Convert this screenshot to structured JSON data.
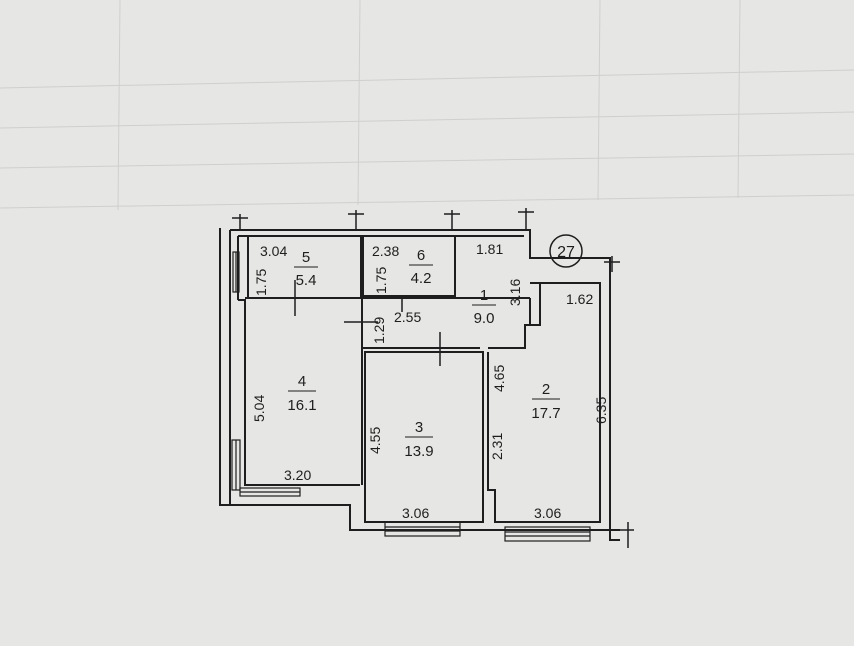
{
  "plan": {
    "unit_number": "27",
    "rooms": [
      {
        "number": "1",
        "area": "9.0"
      },
      {
        "number": "2",
        "area": "17.7"
      },
      {
        "number": "3",
        "area": "13.9"
      },
      {
        "number": "4",
        "area": "16.1"
      },
      {
        "number": "5",
        "area": "5.4"
      },
      {
        "number": "6",
        "area": "4.2"
      }
    ],
    "dimensions": [
      "3.04",
      "1.75",
      "2.38",
      "1.75",
      "1.81",
      "3.16",
      "1.62",
      "1.29",
      "2.55",
      "5.04",
      "4.65",
      "6.35",
      "4.55",
      "2.31",
      "3.20",
      "3.06",
      "3.06"
    ]
  },
  "colors": {
    "paper": "#e6e6e4",
    "ink": "#1e1e1e",
    "grid": "#cfcfcd"
  }
}
